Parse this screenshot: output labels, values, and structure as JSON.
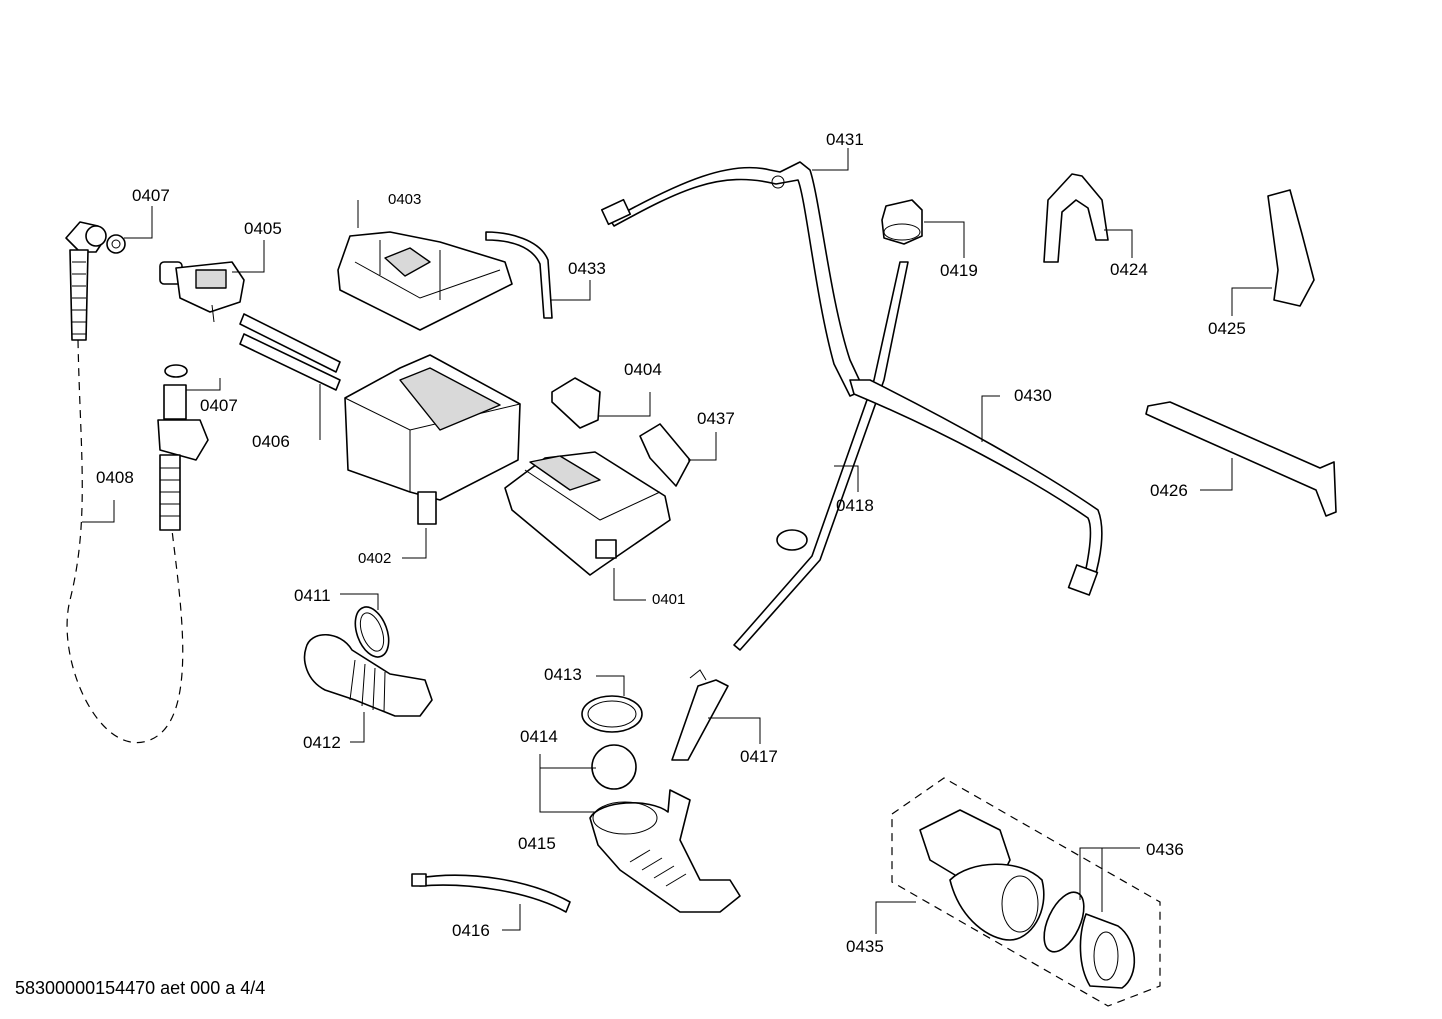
{
  "footer": {
    "code": "58300000154470 aet 000 a 4/4"
  },
  "labels": {
    "p0401": "0401",
    "p0402": "0402",
    "p0403": "0403",
    "p0404": "0404",
    "p0405": "0405",
    "p0406": "0406",
    "p0407a": "0407",
    "p0407b": "0407",
    "p0408": "0408",
    "p0411": "0411",
    "p0412": "0412",
    "p0413": "0413",
    "p0414": "0414",
    "p0415": "0415",
    "p0416": "0416",
    "p0417": "0417",
    "p0418": "0418",
    "p0419": "0419",
    "p0424": "0424",
    "p0425": "0425",
    "p0426": "0426",
    "p0430": "0430",
    "p0431": "0431",
    "p0433": "0433",
    "p0435": "0435",
    "p0436": "0436",
    "p0437": "0437"
  }
}
